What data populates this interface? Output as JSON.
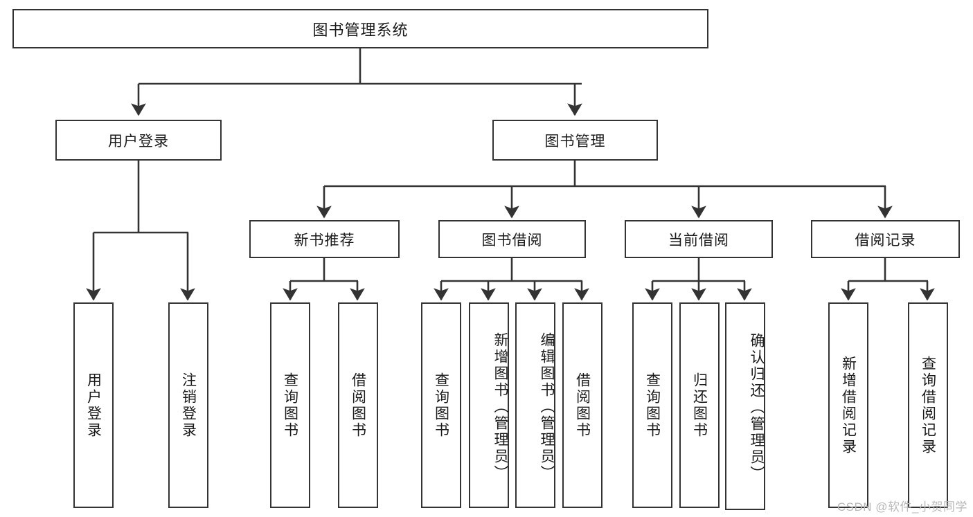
{
  "diagram": {
    "title": "图书管理系统",
    "type": "tree-hierarchy-chart",
    "root": {
      "label": "图书管理系统"
    },
    "level2": [
      {
        "label": "用户登录"
      },
      {
        "label": "图书管理"
      }
    ],
    "level3": [
      {
        "label": "新书推荐"
      },
      {
        "label": "图书借阅"
      },
      {
        "label": "当前借阅"
      },
      {
        "label": "借阅记录"
      }
    ],
    "leaves": {
      "user_login": [
        {
          "label": "用户登录"
        },
        {
          "label": "注销登录"
        }
      ],
      "new_book_recommend": [
        {
          "label": "查询图书"
        },
        {
          "label": "借阅图书"
        }
      ],
      "book_borrow": [
        {
          "label": "查询图书"
        },
        {
          "label": "新增图书（管理员）"
        },
        {
          "label": "编辑图书（管理员）"
        },
        {
          "label": "借阅图书"
        }
      ],
      "current_borrow": [
        {
          "label": "查询图书"
        },
        {
          "label": "归还图书"
        },
        {
          "label": "确认归还（管理员）"
        }
      ],
      "borrow_record": [
        {
          "label": "新增借阅记录"
        },
        {
          "label": "查询借阅记录"
        }
      ]
    }
  },
  "watermark": {
    "text": "CSDN @软件_小贺同学"
  },
  "colors": {
    "stroke": "#333333",
    "fill": "#ffffff",
    "text": "#1a1a1a",
    "watermark": "#b8b8b8"
  }
}
